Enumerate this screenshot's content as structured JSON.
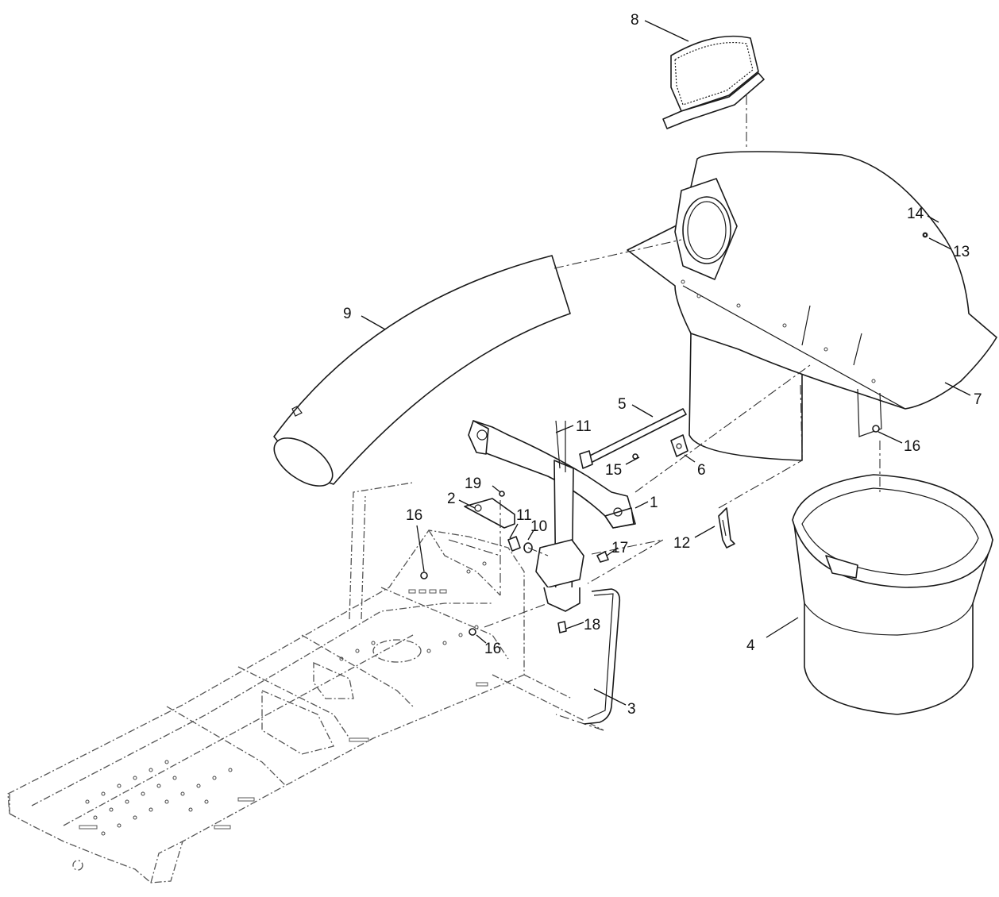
{
  "callouts": {
    "c1": "1",
    "c2": "2",
    "c3": "3",
    "c4": "4",
    "c5": "5",
    "c6": "6",
    "c7": "7",
    "c8": "8",
    "c9": "9",
    "c10": "10",
    "c11a": "11",
    "c11b": "11",
    "c12": "12",
    "c13": "13",
    "c14": "14",
    "c15": "15",
    "c16a": "16",
    "c16b": "16",
    "c16c": "16",
    "c17": "17",
    "c18": "18",
    "c19": "19"
  }
}
